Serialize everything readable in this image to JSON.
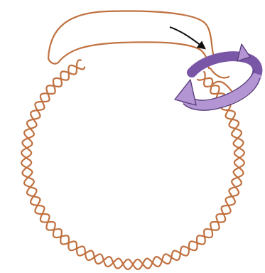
{
  "diagram": {
    "colors": {
      "background": "#ffffff",
      "dna_strand": "#c0703f",
      "arrow": "#111111",
      "band_fill": "#b495d3",
      "band_dark": "#7a56a6",
      "band_outline": "#5a3f7d"
    },
    "elements": [
      {
        "name": "circular-dna-double-helix",
        "kind": "supercoiled circular DNA"
      },
      {
        "name": "looped-single-strand",
        "kind": "unwound DNA loop"
      },
      {
        "name": "motion-arrow-icon",
        "kind": "arrow"
      },
      {
        "name": "rotation-arrow-band-icon",
        "kind": "curved rotation arrow"
      }
    ]
  }
}
